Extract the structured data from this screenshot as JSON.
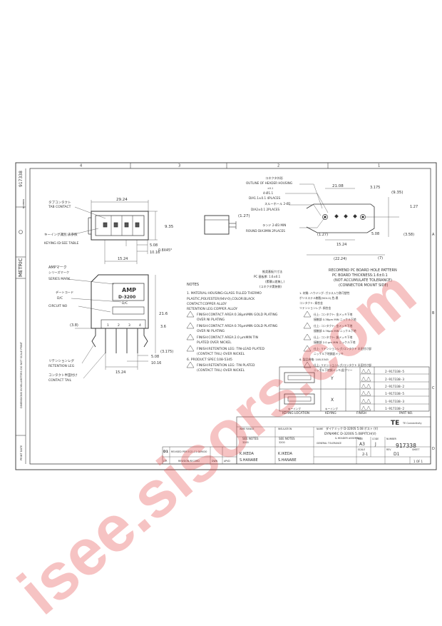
{
  "frame": {
    "col_nums": [
      "4",
      "3",
      "2",
      "1"
    ],
    "row_letters": [
      "A",
      "B",
      "C",
      "D"
    ],
    "metric": "METRIC",
    "side_drawing_no": "917338",
    "side_number_label": "NUMBER",
    "side_note": "DIMENSIONS IN MILLIMETERS DO NOT SCALE PRINT",
    "print_date": "PRINT DATE"
  },
  "top_view": {
    "tab_contact_jp": "タブコンタクト",
    "tab_contact": "TAB CONTACT",
    "keying_jp": "キーイング識別:表参照",
    "keying": "KEYING ID:SEE TABLE",
    "dim_width": "29.24",
    "dim_height": "9.35",
    "dim_pitch": "15.24",
    "dim_508": "5.08",
    "dim_1016": "10.16",
    "chamfer": "0.8X45°"
  },
  "side_view": {
    "dim": "(1.27)"
  },
  "front_view": {
    "amp_mark_jp": "AMPマーク",
    "series_mark_jp": "シリーズマーク",
    "series_mark": "SERIES MARK",
    "date_code_jp": "デートコード",
    "dc": "D/C",
    "circuit_no": "CIRCUIT NO",
    "amp": "AMP",
    "d3200": "D-3200",
    "pin_nums": [
      "1",
      "2",
      "3",
      "4"
    ],
    "dim_38": "(3.8)",
    "dim_216": "21.6",
    "dim_36": "3.6",
    "dim_3175": "(3.175)",
    "dim_508": "5.08",
    "dim_1016": "10.16",
    "dim_1524": "15.24",
    "retention_jp": "リテンションレグ",
    "retention": "RETENTION LEG",
    "contact_jp": "コンタクト半田付け",
    "contact_tail": "CONTACT TAIL"
  },
  "pcb": {
    "contact_pos_jp": "コネクタ外形",
    "outline": "OUTLINE OF HEADER HOUSING",
    "hole_a": "4-Ø1.1",
    "hole_a_tol": "±0.1",
    "dia1": "DIA1.1±0.1 4PLACES",
    "hole_b": "スルーホール 2-Ø2",
    "dia2": "DIA2±0.1 2PLACES",
    "land_jp": "ランド 2-Ø3 MIN",
    "round": "ROUND DIA3MIN 2PLACES",
    "dim_2108": "21.08",
    "dim_3175": "3.175",
    "dim_935": "(9.35)",
    "dim_127": "1.27",
    "dim_127p": "(1.27)",
    "dim_358": "(3.58)",
    "dim_508": "5.08",
    "dim_1524": "15.24",
    "dim_2224": "(22.24)",
    "dim_7": "(7)",
    "title": "RECOMEND PC BOARD HOLE PATTERN",
    "line2": "PC BOARD THICKNESS:1.6±0.1",
    "line3": "(NOT ACCUMULATE TOLERANCE)",
    "line4": "(CONNECTOR MOUNT SIDE)"
  },
  "notes": {
    "header_jp1": "推奨基板穴寸法",
    "header_jp2": "PC 基板厚: 1.6±0.1",
    "header_jp3": "(累積公差無し)",
    "header_jp4": "(コネクタ実装側)",
    "title": "NOTES",
    "items": [
      "1. MATERIAL:HOUSING:GLASS FILLED THERMO",
      "   PLASTIC,POLYESTER(94V-0),COLOR:BLACK",
      "   CONTACT:COPPER ALLOY",
      "   RETENTION LEG:COPPER ALLOY",
      "FINISH:CONTACT AREA:0.38μmMIN GOLD PLATING",
      "   OVER NI PLATING",
      "FINISH:CONTACT AREA:0.76μmMIN GOLD PLATING",
      "   OVER NI PLATING",
      "FINISH:CONTACT AREA:2.0 μmMIN TIN",
      "   PLATED OVER NICKEL",
      "FINISH:RETENTION LEG: TIN-LEAD PLATED",
      "   (CONTACT TAIL) OVER NICKEL",
      "6. PRODUCT SPEC:108-5345",
      "FINISH:RETENTION LEG: TIN PLATED",
      "   (CONTACT TAIL) OVER NICKEL"
    ],
    "jp_items": [
      "1. 材質: ハウジング: ガラス入り熱可塑性",
      "   ポリエステル樹脂(94V-0),色:黒",
      "   コンタクト: 銅合金",
      "   リテンションレグ: 銅合金",
      "仕上: コンタクト: 金メッキ下地",
      "   接触部 0.38μm MIN ニッケル下地",
      "仕上: コンタクト: 金メッキ下地",
      "   接触部 0.76μm MIN ニッケル下地",
      "仕上: コンタクト: 錫メッキ下地",
      "   接触部 2.0 μm MIN ニッケル下地",
      "仕上: リテンションレグ/コンタクト 半田付け部",
      "   ニッケル下地錫鉛メッキ",
      "6. 製品規格: 108-5345",
      "仕上: リテンションレグ/コンタクト 半田付け部",
      "   ニッケル下地錫メッキ/鉛フリー"
    ]
  },
  "keying_table": {
    "rows": [
      {
        "part": "2-917338-5"
      },
      {
        "part": "2-917338-3"
      },
      {
        "part": "2-917338-2"
      },
      {
        "part": "1-917338-5"
      },
      {
        "part": "1-917338-3"
      },
      {
        "part": "1-917338-2"
      }
    ],
    "key_y": "Y",
    "key_x": "X",
    "col_keying_location": "KEYING LOCATION",
    "col_keying": "KEYING",
    "col_keying_jp1": "キーイング",
    "col_keying_jp2": "キーイング",
    "col_finish": "FINISH",
    "col_part": "PART NO."
  },
  "title_block": {
    "logo": "TE",
    "connectivity": "TE Connectivity",
    "title1": "ダイナミック D-3200S 5.08 ポスト (V)",
    "title2": "DYNAMIC D-3200S 5.08PITCH(V)",
    "title3": "& HEADER ASSEMBLY",
    "size": "A3",
    "code": "J",
    "drawing_no": "917338",
    "rev": "D1",
    "scale": "2-1",
    "sheet": "1 OF 1",
    "drawn": "K.IKEDA",
    "chk": "K.IKEDA",
    "appr": "S.HANABE",
    "appr2": "S.HANABE",
    "rev_letter": "D1",
    "rev_desc": "REVISED PER ECO-11-009030",
    "ltr": "LTR",
    "revision_record": "REVISION RECORD",
    "dwn": "DWN",
    "apvd": "APVD",
    "see_notes": "SEE NOTES",
    "see_notes2": "SEE NOTES",
    "num_3200": "3200",
    "num_3200b": "3200",
    "wire_range": "WIRE RANGE",
    "insulation": "INSULATION",
    "general_tol": "GENERAL TOLERANCE",
    "doc_no_label": "NUMBER",
    "name_label": "NAME",
    "size_label": "SIZE",
    "code_label": "CODE",
    "scale_label": "SCALE",
    "rev_label": "REV",
    "sheet_label": "SHEET"
  },
  "watermark": "isee.sisors.com"
}
